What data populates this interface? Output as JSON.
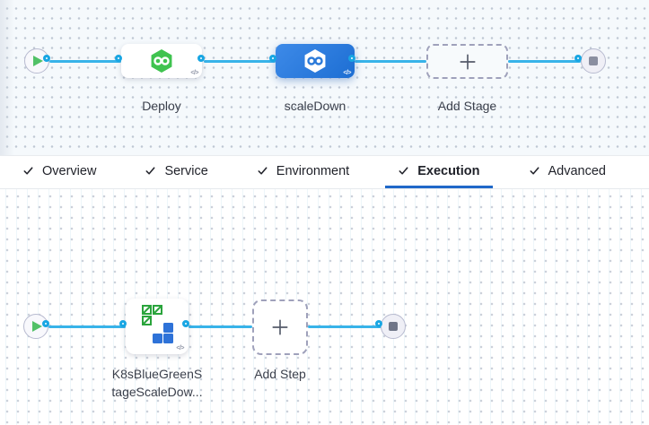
{
  "colors": {
    "edge_blue": "#38b3e9",
    "port_blue": "#18a6e3",
    "selected_stage_blue": "#2679dc",
    "active_tab_underline": "#1f68c9",
    "deploy_icon_green": "#3fc34f",
    "play_green": "#52c167"
  },
  "icons": {
    "code": "</>"
  },
  "stage_flow": {
    "deploy": {
      "label": "Deploy"
    },
    "scaledown": {
      "label": "scaleDown",
      "selected": true
    },
    "add_stage": {
      "label": "Add Stage"
    }
  },
  "tabs": {
    "active": "Execution",
    "items": [
      {
        "label": "Overview",
        "checked": true
      },
      {
        "label": "Service",
        "checked": true
      },
      {
        "label": "Environment",
        "checked": true
      },
      {
        "label": "Execution",
        "checked": true
      },
      {
        "label": "Advanced",
        "checked": true
      }
    ]
  },
  "step_flow": {
    "step": {
      "label": "K8sBlueGreenStageScaleDow..."
    },
    "add_step": {
      "label": "Add Step"
    }
  }
}
